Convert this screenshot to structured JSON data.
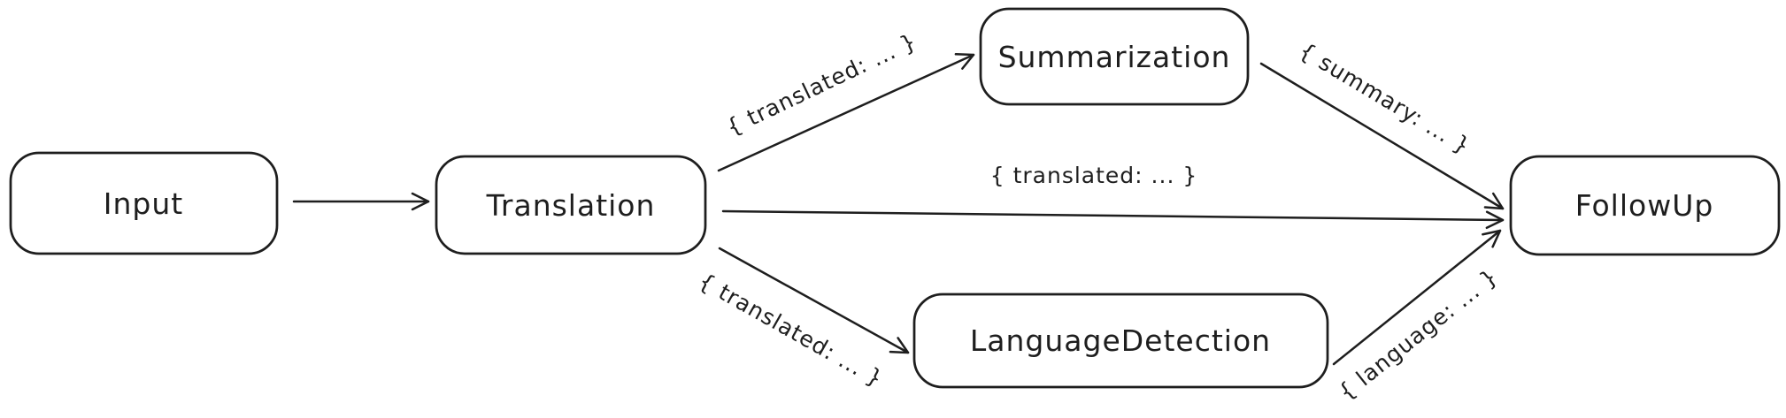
{
  "diagram": {
    "title": "pipeline-flow-diagram",
    "colors": {
      "ink": "#1e1e1e",
      "background": "#ffffff"
    },
    "nodes": [
      {
        "id": "input",
        "label": "Input"
      },
      {
        "id": "translation",
        "label": "Translation"
      },
      {
        "id": "summarization",
        "label": "Summarization"
      },
      {
        "id": "language-detection",
        "label": "LanguageDetection"
      },
      {
        "id": "followup",
        "label": "FollowUp"
      }
    ],
    "edges": [
      {
        "from": "input",
        "to": "translation",
        "label": ""
      },
      {
        "from": "translation",
        "to": "summarization",
        "label": "{ translated: ...  }"
      },
      {
        "from": "translation",
        "to": "followup",
        "label": "{ translated: ...  }"
      },
      {
        "from": "translation",
        "to": "language-detection",
        "label": "{ translated: ...  }"
      },
      {
        "from": "summarization",
        "to": "followup",
        "label": "{ summary: ...  }"
      },
      {
        "from": "language-detection",
        "to": "followup",
        "label": "{ language: ...  }"
      }
    ]
  }
}
